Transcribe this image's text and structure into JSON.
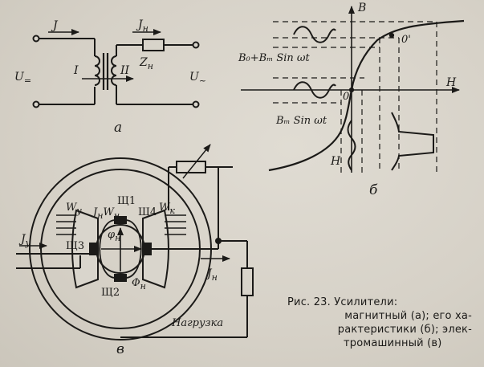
{
  "figure_a": {
    "current_in": "J",
    "current_load": "J",
    "current_load_sub": "н",
    "load_impedance": "Z",
    "load_impedance_sub": "н",
    "voltage_dc": "U",
    "voltage_dc_sub": "=",
    "voltage_ac": "U",
    "voltage_ac_sub": "~",
    "winding_1": "I",
    "winding_2": "II",
    "label": "а"
  },
  "figure_b": {
    "axis_b": "B",
    "axis_h": "H",
    "origin": "0",
    "origin_shifted": "0'",
    "bias_signal": "B₀+Bₘ Sin ωt",
    "signal": "Bₘ Sin ωt",
    "field_h": "H",
    "label": "б"
  },
  "figure_v": {
    "control_current": "J",
    "control_current_sub": "у",
    "load_current": "J",
    "load_current_sub": "н",
    "winding_control": "W",
    "winding_control_sub": "у",
    "winding_load": "J",
    "winding_load_sub": "н",
    "winding_load_w": "W",
    "winding_load_w_sub": "н",
    "winding_comp": "W",
    "winding_comp_sub": "к",
    "brush_1": "Щ1",
    "brush_2": "Щ2",
    "brush_3": "Щ3",
    "brush_4": "Щ4",
    "flux_1": "φ",
    "flux_1_sub": "н",
    "flux_2": "Φ",
    "flux_2_sub": "н",
    "load_label": "Нагрузка",
    "label": "в"
  },
  "caption": {
    "line1": "Рис.    23.    Усилители:",
    "line2": "магнитный (а); его ха-",
    "line3": "рактеристики (б); элек-",
    "line4": "тромашинный (в)"
  }
}
